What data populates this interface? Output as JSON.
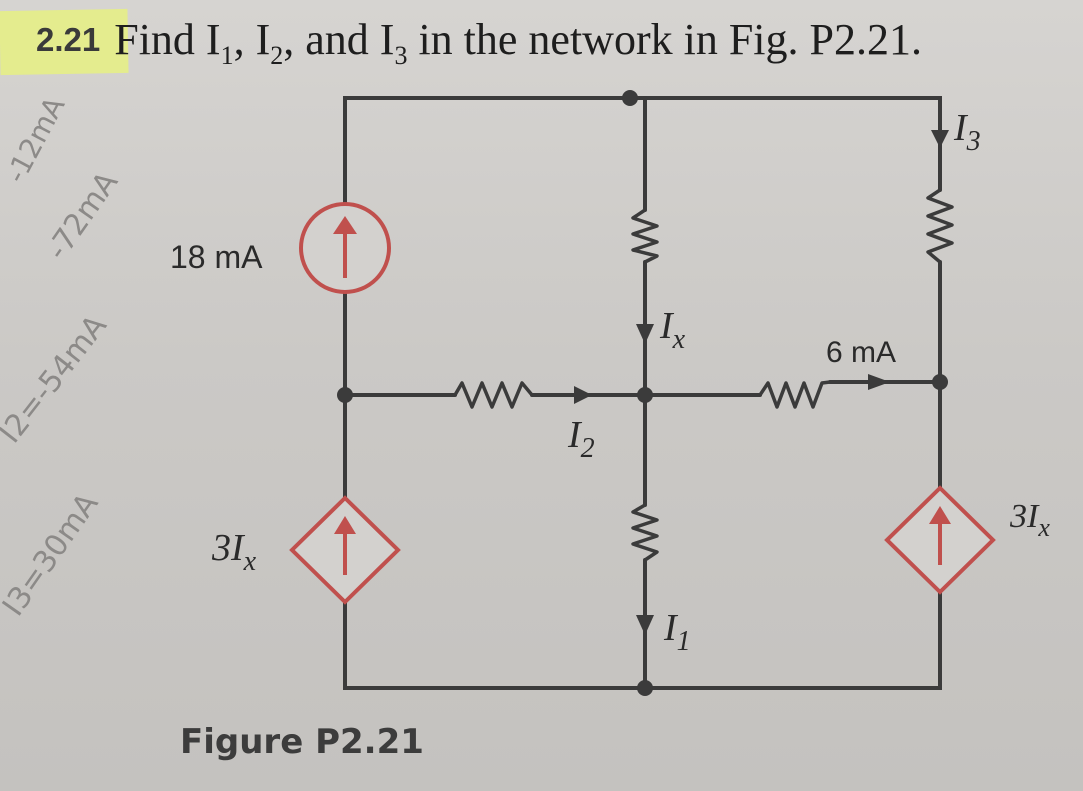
{
  "problem": {
    "number": "2.21",
    "statement_main": "Find I",
    "statement_sub1": "1",
    "statement_sep1": ", I",
    "statement_sub2": "2",
    "statement_sep2": ", and I",
    "statement_sub3": "3",
    "statement_tail": " in the network in Fig. P2.21."
  },
  "figure": {
    "caption": "Figure P2.21",
    "labels": {
      "source_18": "18 mA",
      "source_6": "6 mA",
      "dep_left_main": "3I",
      "dep_left_sub": "x",
      "dep_right_main": "3I",
      "dep_right_sub": "x",
      "ix_main": "I",
      "ix_sub": "x",
      "i1_main": "I",
      "i1_sub": "1",
      "i2_main": "I",
      "i2_sub": "2",
      "i3_main": "I",
      "i3_sub": "3"
    }
  },
  "handwritten_notes": {
    "note_a": "-12mA",
    "note_b": "-72mA",
    "note_c": "I2=-54mA",
    "note_d": "I3=30mA"
  },
  "colors": {
    "wire": "#3b3b3b",
    "source_outline": "#c0504d",
    "pen": "#8c8a88",
    "highlight": "#e6ee86"
  }
}
